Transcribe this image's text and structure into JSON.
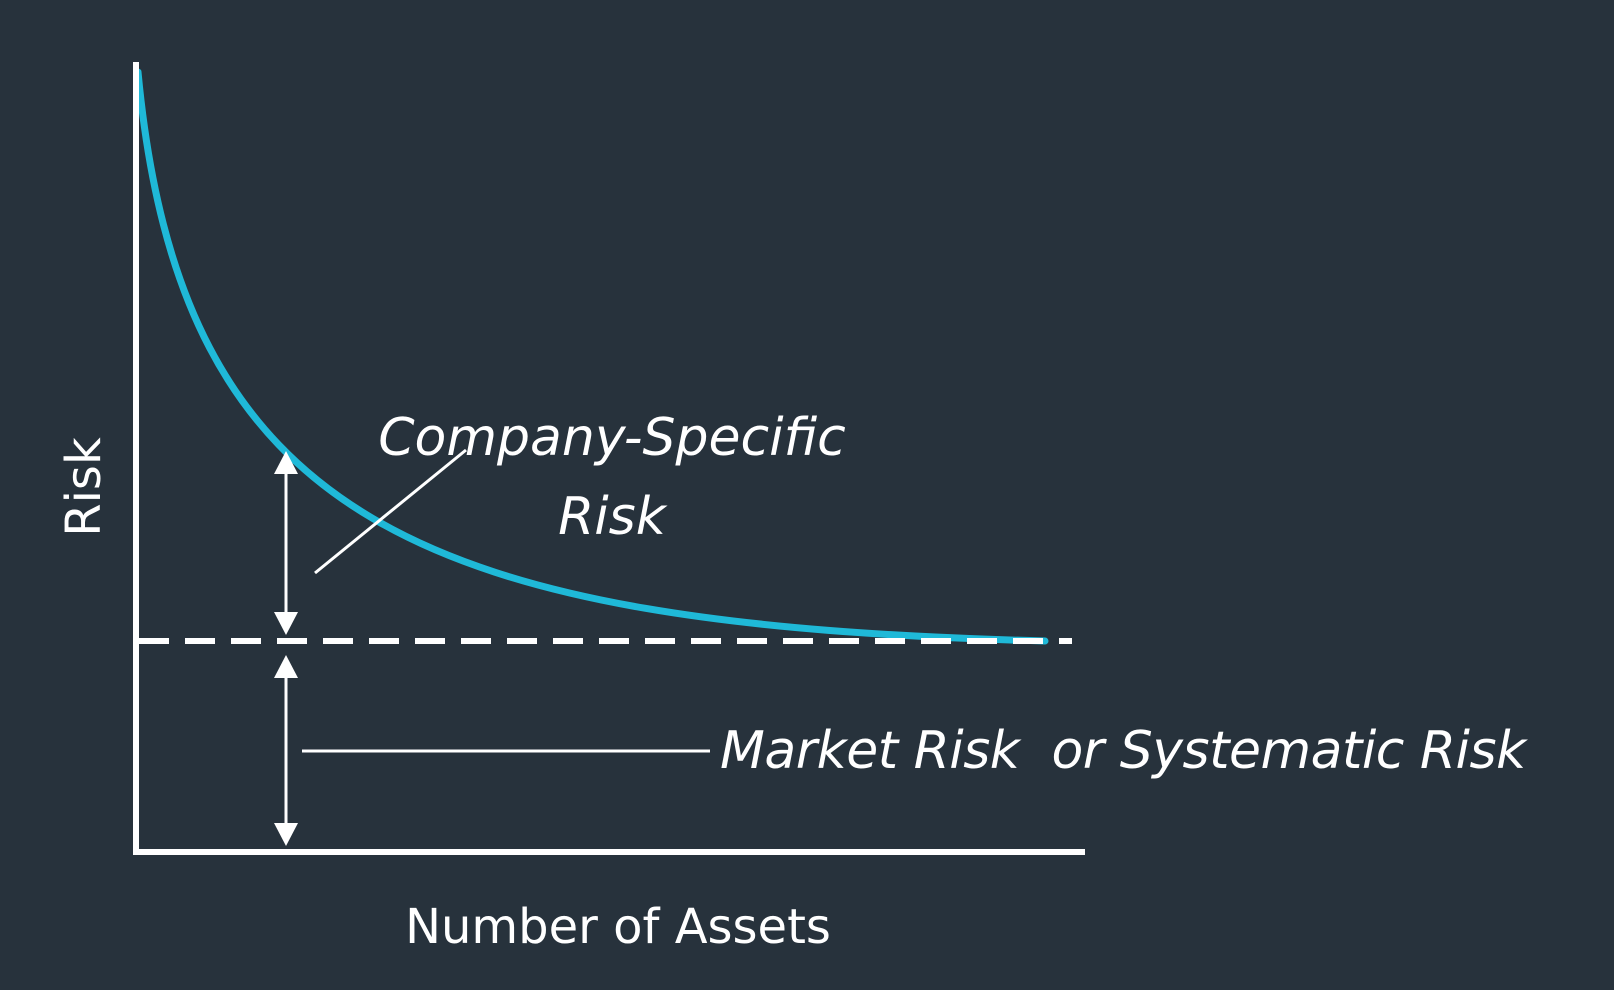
{
  "diagram": {
    "y_axis_label": "Risk",
    "x_axis_label": "Number of Assets",
    "company_specific_label": {
      "line1": "Company-Specific",
      "line2": "Risk"
    },
    "market_risk_label": "Market Risk  or Systematic Risk"
  },
  "colors": {
    "background": "#27323c",
    "curve": "#1fb9d8",
    "lines": "#ffffff"
  }
}
